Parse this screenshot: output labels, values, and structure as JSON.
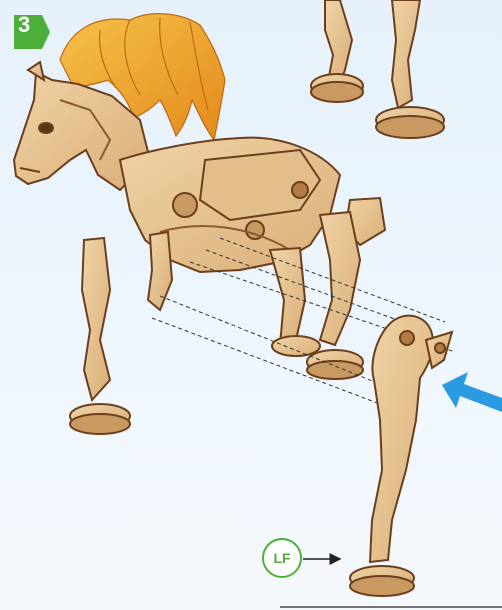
{
  "step": {
    "number": "3"
  },
  "callout": {
    "label": "LF"
  },
  "colors": {
    "step_badge": "#4caf3a",
    "callout_border": "#4caf3a",
    "wood_light": "#e8c79a",
    "wood_dark": "#7a4a22",
    "mane": "#f0a830",
    "arrow": "#2a9be0"
  },
  "icons": [
    "step-badge-chevron",
    "assembly-arrow-icon",
    "callout-pointer-arrow"
  ]
}
